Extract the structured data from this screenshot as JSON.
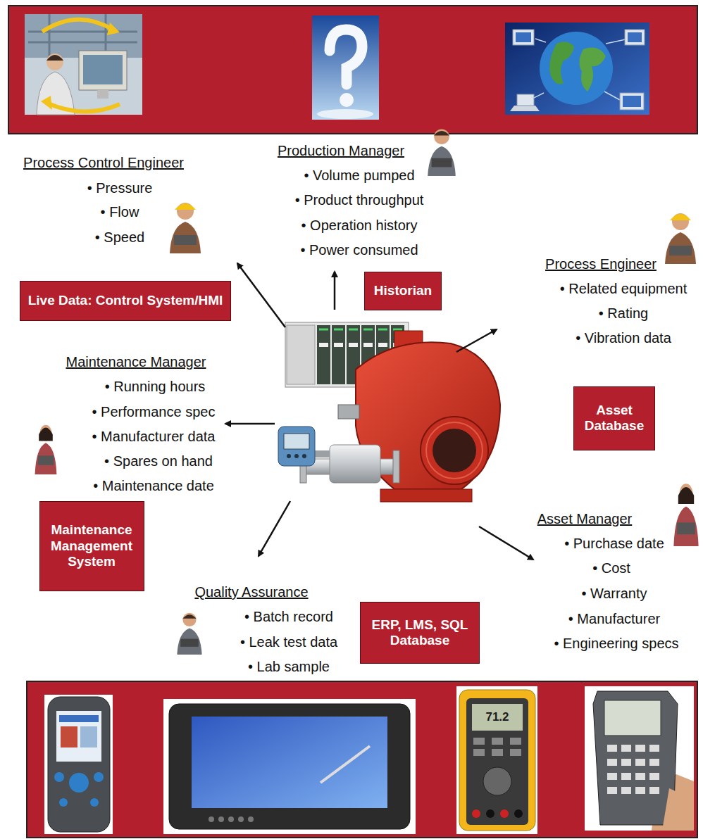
{
  "diagram": {
    "nodes": [
      {
        "text": [
          "Live Data: Control System/HMI"
        ]
      },
      {
        "text": [
          "Historian"
        ]
      },
      {
        "text": [
          "Asset Database"
        ]
      },
      {
        "text": [
          "Maintenance Management System"
        ]
      },
      {
        "text": [
          "ERP, LMS, SQL Database"
        ]
      }
    ],
    "labels": [
      "Production Manager",
      "• Volume pumped",
      "• Product throughput",
      "• Operation history",
      "• Power consumed",
      "Process Control Engineer",
      "• Pressure",
      "• Flow",
      "• Speed",
      "Process Engineer",
      "• Related equipment",
      "• Rating",
      "• Vibration data",
      "Maintenance Manager",
      "• Running hours",
      "• Performance spec",
      "• Manufacturer data",
      "• Spares on hand",
      "• Maintenance date",
      "Asset Manager",
      "• Purchase date",
      "• Cost",
      "• Warranty",
      "• Manufacturer",
      "• Engineering specs",
      "Quality Assurance",
      "• Batch record",
      "• Leak test data",
      "• Lab sample",
      "71.2"
    ]
  }
}
